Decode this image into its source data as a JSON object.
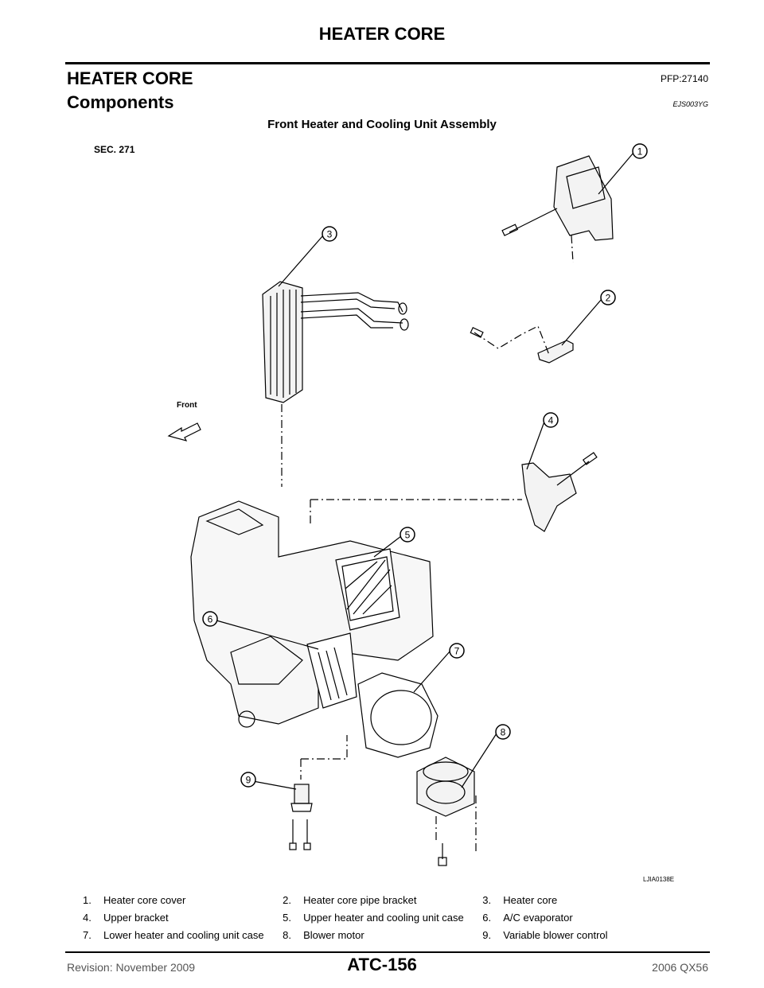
{
  "header": {
    "title": "HEATER CORE"
  },
  "section": {
    "title": "HEATER CORE",
    "code": "PFP:27140"
  },
  "subsection": {
    "title": "Components",
    "code": "EJS003YG"
  },
  "figure": {
    "caption": "Front Heater and Cooling Unit Assembly",
    "sec_label": "SEC. 271",
    "front_label": "Front",
    "figure_id": "LJIA0138E",
    "callouts": [
      "1",
      "2",
      "3",
      "4",
      "5",
      "6",
      "7",
      "8",
      "9"
    ]
  },
  "legend": {
    "rows": [
      [
        {
          "num": "1.",
          "label": "Heater core cover"
        },
        {
          "num": "2.",
          "label": "Heater core pipe bracket"
        },
        {
          "num": "3.",
          "label": "Heater core"
        }
      ],
      [
        {
          "num": "4.",
          "label": "Upper bracket"
        },
        {
          "num": "5.",
          "label": "Upper heater and cooling unit case"
        },
        {
          "num": "6.",
          "label": "A/C evaporator"
        }
      ],
      [
        {
          "num": "7.",
          "label": "Lower heater and cooling unit case"
        },
        {
          "num": "8.",
          "label": "Blower motor"
        },
        {
          "num": "9.",
          "label": "Variable blower control"
        }
      ]
    ]
  },
  "footer": {
    "revision": "Revision: November 2009",
    "page": "ATC-156",
    "model": "2006 QX56"
  }
}
